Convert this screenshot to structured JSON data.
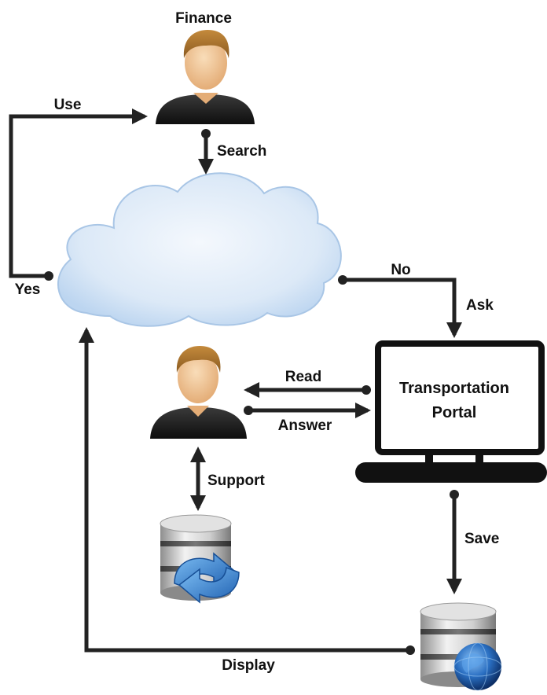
{
  "nodes": {
    "finance_label": "Finance",
    "portal_line1": "Transportation",
    "portal_line2": "Portal"
  },
  "edges": {
    "use": "Use",
    "search": "Search",
    "yes": "Yes",
    "no": "No",
    "ask": "Ask",
    "read": "Read",
    "answer": "Answer",
    "support": "Support",
    "save": "Save",
    "display": "Display"
  },
  "colors": {
    "line": "#222222",
    "cloud_light": "#f4f8fd",
    "cloud_dark": "#bcd5f0",
    "skin": "#f2c89a",
    "hair": "#a8722c",
    "shirt": "#1e1e1e",
    "globe": "#2a6fc2",
    "sync_arrows": "#2f86d8"
  },
  "icons": {
    "finance_user": "user-icon",
    "cloud": "cloud-icon",
    "support_user": "user-icon",
    "portal": "monitor-icon",
    "sync_database": "database-sync-icon",
    "web_database": "database-globe-icon"
  }
}
